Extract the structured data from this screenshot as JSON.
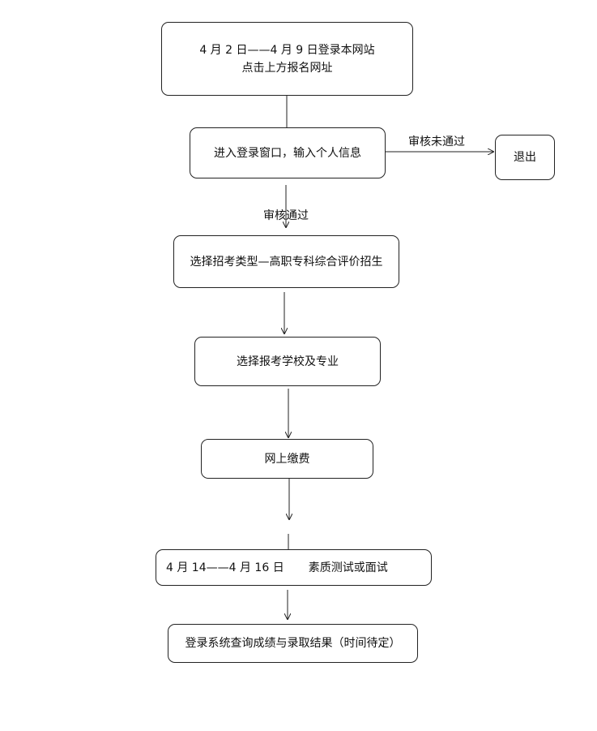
{
  "nodes": {
    "step1": {
      "line1": "4 月 2 日——4 月 9 日登录本网站",
      "line2": "点击上方报名网址"
    },
    "step2": {
      "text": "进入登录窗口，输入个人信息"
    },
    "exit": {
      "text": "退出"
    },
    "step3": {
      "text": "选择招考类型—高职专科综合评价招生"
    },
    "step4": {
      "text": "选择报考学校及专业"
    },
    "step5": {
      "text": "网上缴费"
    },
    "step6": {
      "date": "4 月 14——4 月 16 日",
      "text": "素质测试或面试"
    },
    "step7": {
      "text": "登录系统查询成绩与录取结果（时间待定）"
    }
  },
  "edges": {
    "fail_label": "审核未通过",
    "pass_label": "审核通过"
  }
}
